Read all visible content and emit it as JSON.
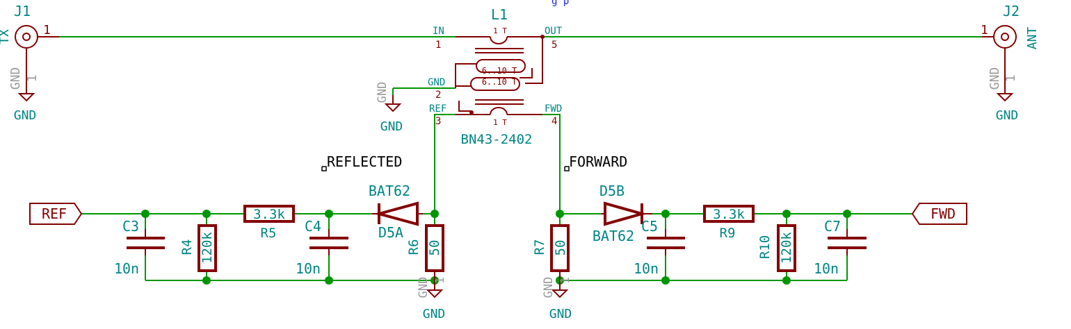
{
  "header_text": "g               p",
  "connectors": {
    "j1": {
      "ref": "J1",
      "pin": "1",
      "name": "TX",
      "gnd_pin": "GND",
      "gnd_num": "1"
    },
    "j2": {
      "ref": "J2",
      "pin": "1",
      "name": "ANT",
      "gnd_pin": "GND",
      "gnd_num": "1"
    }
  },
  "transformer": {
    "ref": "L1",
    "value": "BN43-2402",
    "pins": {
      "in": "IN",
      "in_num": "1",
      "out": "OUT",
      "out_num": "5",
      "gnd": "GND",
      "gnd_num": "2",
      "ref": "REF",
      "ref_num": "3",
      "fwd": "FWD",
      "fwd_num": "4"
    },
    "turns": {
      "top": "1 T",
      "mid1": "6..10 T",
      "mid2": "6..10 T",
      "bottom": "1 T"
    }
  },
  "net_labels": {
    "reflected": "REFLECTED",
    "forward": "FORWARD"
  },
  "ports": {
    "ref": "REF",
    "fwd": "FWD"
  },
  "power": {
    "gnd": "GND",
    "pin_name": "GND",
    "pin_num": "1"
  },
  "components": {
    "c3": {
      "ref": "C3",
      "value": "10n"
    },
    "r4": {
      "ref": "R4",
      "value": "120k"
    },
    "r5": {
      "ref": "R5",
      "value": "3.3k"
    },
    "c4": {
      "ref": "C4",
      "value": "10n"
    },
    "d5a": {
      "ref": "D5A",
      "value": "BAT62"
    },
    "r6": {
      "ref": "R6",
      "value": "50"
    },
    "r7": {
      "ref": "R7",
      "value": "50"
    },
    "d5b": {
      "ref": "D5B",
      "value": "BAT62"
    },
    "c5": {
      "ref": "C5",
      "value": "10n"
    },
    "r9": {
      "ref": "R9",
      "value": "3.3k"
    },
    "r10": {
      "ref": "R10",
      "value": "120k"
    },
    "c7": {
      "ref": "C7",
      "value": "10n"
    }
  },
  "colors": {
    "wire": "#009600",
    "symbol": "#840000",
    "text": "#008484",
    "pin_text": "#9a9a9a",
    "label": "#000000"
  }
}
